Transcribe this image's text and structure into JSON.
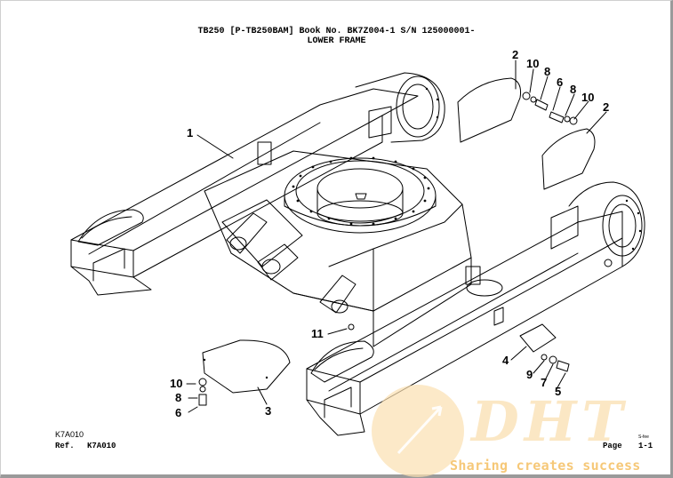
{
  "header": {
    "line1": "TB250  [P-TB250BAM]  Book No. BK7Z004-1 S/N 125000001-",
    "line2": "LOWER FRAME"
  },
  "footer": {
    "code": "K7A010",
    "ref_label": "Ref.",
    "ref_value": "K7A010",
    "page_label": "Page",
    "page_value": "1-1",
    "small_mark": "S-fee"
  },
  "callouts": {
    "c1": "1",
    "c2a": "2",
    "c10a": "10",
    "c8a": "8",
    "c6a": "6",
    "c8b": "8",
    "c10b": "10",
    "c2b": "2",
    "c11": "11",
    "c4": "4",
    "c9": "9",
    "c7": "7",
    "c5": "5",
    "c10c": "10",
    "c8c": "8",
    "c6c": "6",
    "c3": "3"
  },
  "watermark": {
    "logo": "DHT",
    "tagline": "Sharing creates success"
  },
  "colors": {
    "line": "#000000",
    "watermark_orange": "#f6c878",
    "watermark_circle": "#fbe0b0"
  }
}
